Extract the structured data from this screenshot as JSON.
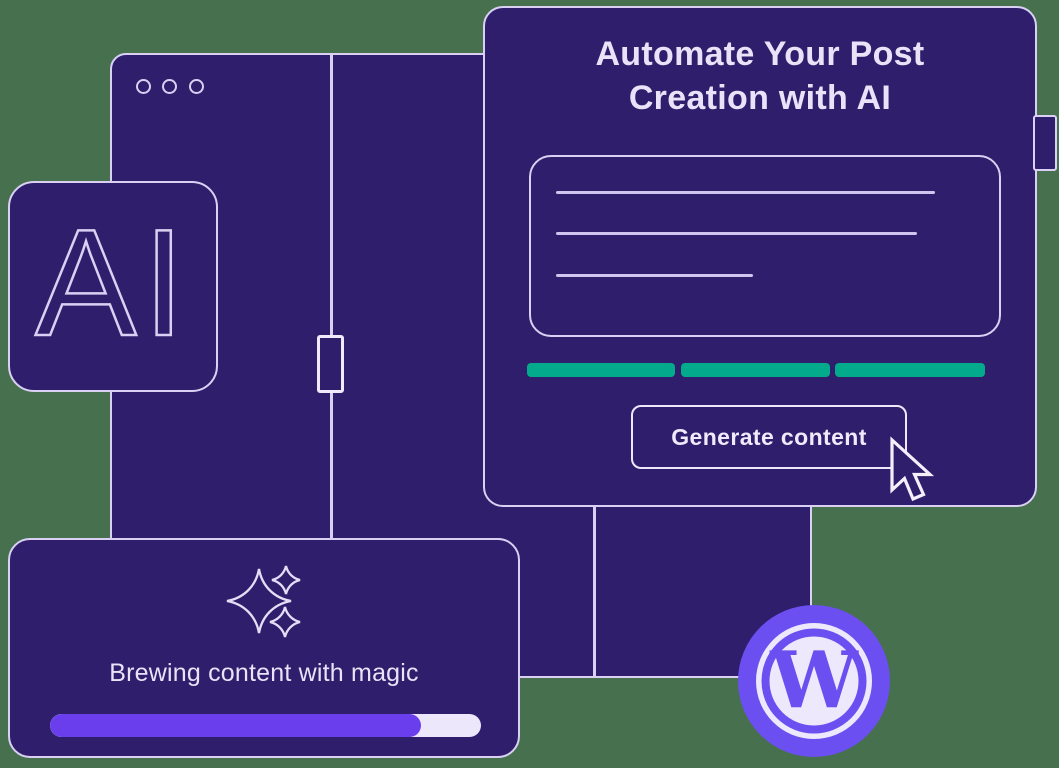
{
  "background_color": "#47714E",
  "panel_color": "#2F1E6B",
  "outline_color": "#D9D0F3",
  "browser_window": {
    "window_dots_count": 3
  },
  "ai_badge": {
    "label": "AI"
  },
  "generator_card": {
    "title_lines": [
      "Automate Your Post",
      "Creation with AI"
    ],
    "button_label": "Generate content",
    "textarea_line_count": 3,
    "teal_segment_count": 3,
    "teal_color": "#04AA8C"
  },
  "brewing_card": {
    "status_text": "Brewing content with magic",
    "progress_percent": 86,
    "progress_fill_color": "#6A3EEC",
    "progress_track_color": "#EDE7FB"
  },
  "wordpress_badge": {
    "letter": "W",
    "circle_color": "#6C4FF0",
    "mark_color": "#EDE8FC"
  }
}
